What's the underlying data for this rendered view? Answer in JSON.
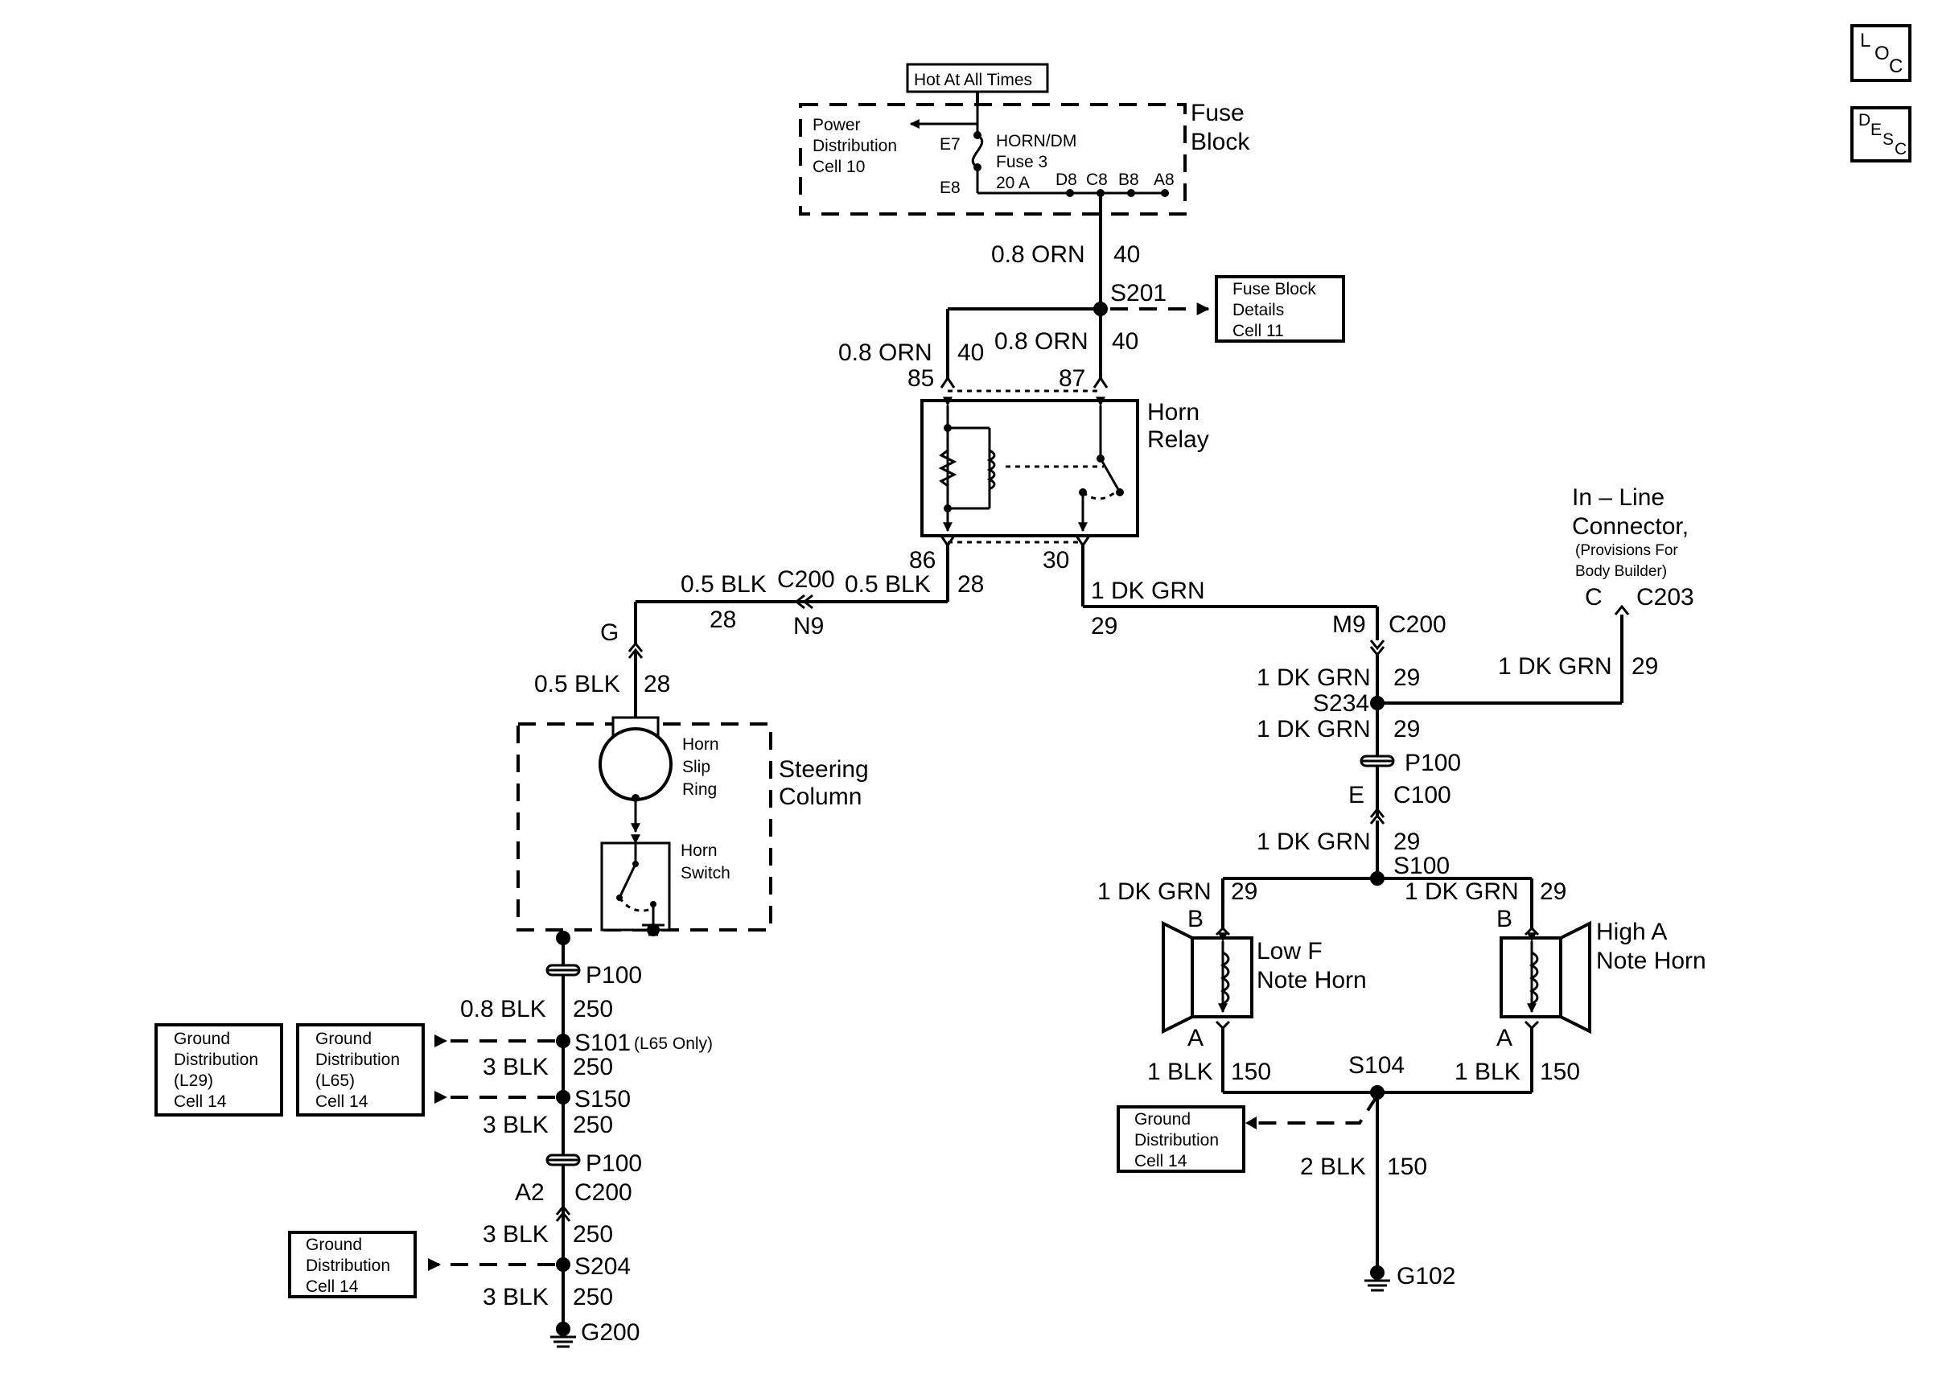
{
  "hot_at_all_times": "Hot At All Times",
  "fuse_block": {
    "title_line1": "Fuse",
    "title_line2": "Block",
    "power_dist": [
      "Power",
      "Distribution",
      "Cell 10"
    ],
    "fuse_name": "HORN/DM",
    "fuse_num": "Fuse 3",
    "fuse_amp": "20 A",
    "pin_e7": "E7",
    "pin_e8": "E8",
    "pin_d8": "D8",
    "pin_c8": "C8",
    "pin_b8": "B8",
    "pin_a8": "A8"
  },
  "fuse_block_details": [
    "Fuse Block",
    "Details",
    "Cell 11"
  ],
  "loc_icon": {
    "l": "L",
    "o": "O",
    "c": "C"
  },
  "desc_icon": {
    "d": "D",
    "e": "E",
    "s": "S",
    "c": "C"
  },
  "wires": {
    "orn_main": "0.8 ORN",
    "orn_main_ckt": "40",
    "s201": "S201",
    "orn_85": "0.8 ORN",
    "orn_85_ckt": "40",
    "orn_87": "0.8 ORN",
    "orn_87_ckt": "40",
    "pin85": "85",
    "pin87": "87",
    "pin86": "86",
    "pin30": "30",
    "blk05_a": "0.5 BLK",
    "blk05_a_ckt": "28",
    "c200_top": "C200",
    "blk05_b": "0.5 BLK",
    "blk05_b_ckt": "28",
    "n9": "N9",
    "ckt28_left": "28",
    "g_pin": "G",
    "blk05_c": "0.5 BLK",
    "blk05_c_ckt": "28",
    "dkgrn_top": "1 DK GRN",
    "dkgrn_top_ckt": "29",
    "m9": "M9",
    "c200_right": "C200",
    "dkgrn_a": "1 DK GRN",
    "dkgrn_a_ckt": "29",
    "s234": "S234",
    "dkgrn_b": "1 DK GRN",
    "dkgrn_b_ckt": "29",
    "p100_right": "P100",
    "pin_e": "E",
    "c100": "C100",
    "dkgrn_c": "1 DK GRN",
    "dkgrn_c_ckt": "29",
    "s100": "S100",
    "dkgrn_low": "1 DK GRN",
    "dkgrn_low_ckt": "29",
    "dkgrn_high": "1 DK GRN",
    "dkgrn_high_ckt": "29",
    "pin_b_low": "B",
    "pin_b_high": "B",
    "pin_a_low": "A",
    "pin_a_high": "A",
    "blk1_low": "1 BLK",
    "blk1_low_ckt": "150",
    "blk1_high": "1 BLK",
    "blk1_high_ckt": "150",
    "s104": "S104",
    "blk2": "2 BLK",
    "blk2_ckt": "150",
    "g102": "G102",
    "dkgrn_inline": "1 DK GRN",
    "dkgrn_inline_ckt": "29",
    "inline_c": "C",
    "c203": "C203"
  },
  "inline_connector": {
    "line1": "In – Line",
    "line2": "Connector,",
    "line3": "(Provisions For",
    "line4": "Body Builder)"
  },
  "relay": {
    "line1": "Horn",
    "line2": "Relay"
  },
  "steering": {
    "line1": "Steering",
    "line2": "Column",
    "slip": [
      "Horn",
      "Slip",
      "Ring"
    ],
    "switch": [
      "Horn",
      "Switch"
    ]
  },
  "horns": {
    "low": [
      "Low F",
      "Note Horn"
    ],
    "high": [
      "High A",
      "Note Horn"
    ]
  },
  "ground_left": {
    "p100_a": "P100",
    "blk08": "0.8 BLK",
    "blk08_ckt": "250",
    "s101": "S101",
    "s101_note": "(L65 Only)",
    "blk3_a": "3 BLK",
    "blk3_a_ckt": "250",
    "s150": "S150",
    "blk3_b": "3 BLK",
    "blk3_b_ckt": "250",
    "p100_b": "P100",
    "a2": "A2",
    "c200": "C200",
    "blk3_c": "3 BLK",
    "blk3_c_ckt": "250",
    "s204": "S204",
    "blk3_d": "3 BLK",
    "blk3_d_ckt": "250",
    "g200": "G200"
  },
  "ground_boxes": {
    "l29": [
      "Ground",
      "Distribution",
      "(L29)",
      "Cell 14"
    ],
    "l65": [
      "Ground",
      "Distribution",
      "(L65)",
      "Cell 14"
    ],
    "s204": [
      "Ground",
      "Distribution",
      "Cell 14"
    ],
    "s104": [
      "Ground",
      "Distribution",
      "Cell 14"
    ]
  }
}
